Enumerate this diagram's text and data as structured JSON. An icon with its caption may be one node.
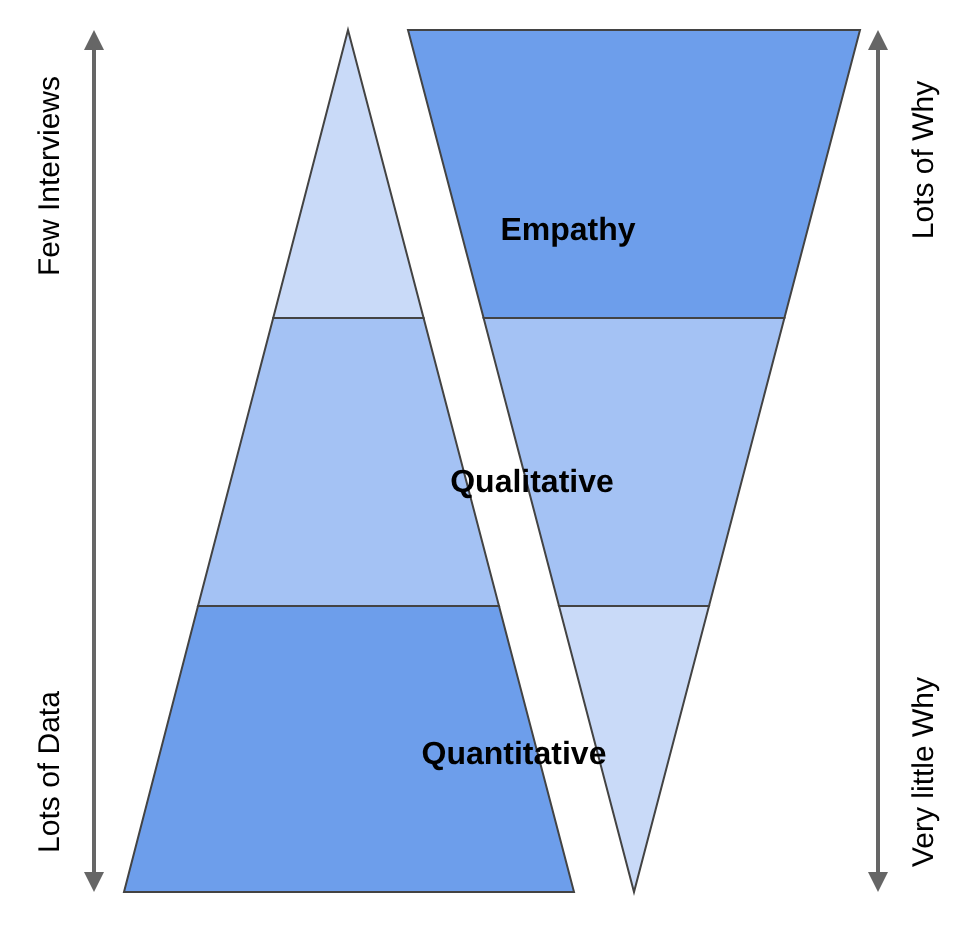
{
  "diagram": {
    "labels": [
      "Few Interviews",
      "Lots of Data",
      "Empathy",
      "Qualitative",
      "Quantitative",
      "Lots of Why",
      "Very little Why"
    ]
  }
}
